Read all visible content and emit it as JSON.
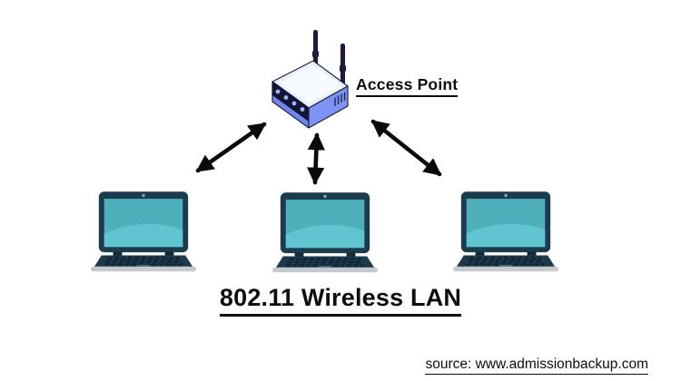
{
  "diagram": {
    "title": "802.11 Wireless LAN",
    "source_credit": "source: www.admissionbackup.com",
    "access_point": {
      "label": "Access Point",
      "icon": "wireless-router-icon",
      "antenna_count": 2
    },
    "devices": [
      {
        "id": "laptop-1",
        "icon": "laptop-icon",
        "position": "left"
      },
      {
        "id": "laptop-2",
        "icon": "laptop-icon",
        "position": "center"
      },
      {
        "id": "laptop-3",
        "icon": "laptop-icon",
        "position": "right"
      }
    ],
    "connections": [
      {
        "from": "access-point",
        "to": "laptop-1",
        "style": "double-headed-arrow"
      },
      {
        "from": "access-point",
        "to": "laptop-2",
        "style": "double-headed-arrow"
      },
      {
        "from": "access-point",
        "to": "laptop-3",
        "style": "double-headed-arrow"
      }
    ],
    "colors": {
      "background": "#ffffff",
      "text": "#0d0d0d",
      "arrow": "#0a0a0a",
      "router_top_face": "#e9effd",
      "router_top_highlight": "#f7faff",
      "router_side_face": "#7b93f5",
      "router_front_panel": "#141434",
      "router_antenna": "#241840",
      "router_indicator": "#9db5f5",
      "router_outline": "#23233f",
      "laptop_frame": "#1c3b4d",
      "laptop_screen": "#4fb0bc",
      "laptop_screen_sheen": "#60c5d1",
      "laptop_keys": "#0e2431",
      "laptop_base": "#1d3a4c",
      "laptop_bottom_strip": "#c6c9cc"
    }
  }
}
